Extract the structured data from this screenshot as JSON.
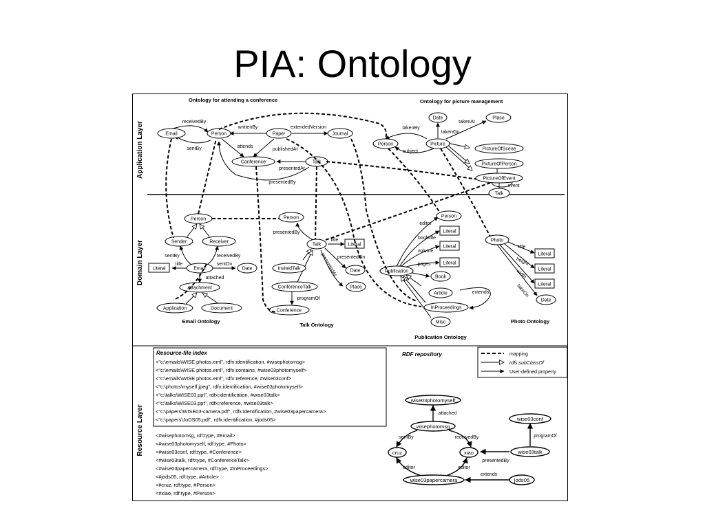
{
  "slide": {
    "title": "PIA: Ontology"
  },
  "layers": {
    "application": "Application Layer",
    "domain": "Domain Layer",
    "resource": "Resource Layer"
  },
  "section_titles": {
    "conference": "Ontology for attending a conference",
    "picture": "Ontology for picture management",
    "email": "Email Ontology",
    "talk": "Talk Ontology",
    "publication": "Publication Ontology",
    "photo": "Photo Ontology",
    "resource_index": "Resource-file index",
    "rdf_repository": "RDF repository"
  },
  "legend": {
    "mapping": "mapping",
    "subclass": "rdfs:subClassOf",
    "user_defined": "User-defined property"
  },
  "nodes": {
    "app_email": "Email",
    "app_person": "Person",
    "app_paper": "Paper",
    "app_journal": "Journal",
    "app_conference": "Conference",
    "app_talk": "Talk",
    "pic_date": "Date",
    "pic_place": "Place",
    "pic_person": "Person",
    "pic_picture": "Picture",
    "pic_scene": "PictureOfScene",
    "pic_ofperson": "PictureOfPerson",
    "pic_event": "PictureOfEvent",
    "pic_talk": "Talk",
    "em_person": "Person",
    "em_sender": "Sender",
    "em_receiver": "Receiver",
    "em_literal": "Literal",
    "em_email": "Email",
    "em_date": "Date",
    "em_attachment": "Attachment",
    "em_application": "Application",
    "em_document": "Document",
    "tk_person": "Person",
    "tk_talk": "Talk",
    "tk_literal": "Literal",
    "tk_invited": "InvitedTalk",
    "tk_date": "Date",
    "tk_place": "Place",
    "tk_conftalk": "ConferenceTalk",
    "tk_conference": "Conference",
    "pub_person": "Person",
    "pub_lit1": "Literal",
    "pub_lit2": "Literal",
    "pub_lit3": "Literal",
    "pub_publication": "Publication",
    "pub_book": "Book",
    "pub_article": "Article",
    "pub_inproc": "InProceedings",
    "pub_misc": "Misc",
    "ph_photo": "Photo",
    "ph_lit1": "Literal",
    "ph_lit2": "Literal",
    "ph_lit3": "Literal",
    "ph_date": "Date",
    "rdf_photomyself": "wise03photomyself",
    "rdf_photomsg": "wisephotomsg",
    "rdf_cruz": "cruz",
    "rdf_xiao": "xiao",
    "rdf_papercamera": "wise03papercamera",
    "rdf_conf": "wise03conf",
    "rdf_talk": "wise03talk",
    "rdf_jods": "jods05"
  },
  "edges": {
    "receivedBy": "receivedBy",
    "sentBy": "sentBy",
    "writtenBy": "writtenBy",
    "extendedVersion": "extendedVersion",
    "attends": "attends",
    "publishedAt": "publishedAt",
    "presentedAt": "presentedAt",
    "presentedBy": "presentedBy",
    "takenBy": "takenBy",
    "takenOn": "takenOn",
    "takenAt": "takenAt",
    "subject": "subject",
    "event": "event",
    "em_sentBy": "sentBy",
    "em_receivedBy": "receivedBy",
    "em_title": "title",
    "em_sentOn": "sentOn",
    "em_attached": "attached",
    "tk_presentedBy": "presentedBy",
    "tk_title": "title",
    "tk_presentedOn": "presentedOn",
    "tk_presentedAt": "presentedAt",
    "tk_programOf": "programOf",
    "pub_editor": "editor",
    "pub_booktitle": "booktitle",
    "pub_volume": "volume",
    "pub_pages": "pages",
    "pub_extends": "extends",
    "ph_title": "title",
    "ph_height": "height",
    "ph_width": "width",
    "ph_takeOn": "takeOn",
    "rdf_attached": "attached",
    "rdf_sentBy": "sentBy",
    "rdf_receivedBy": "receivedBy",
    "rdf_editor1": "editor",
    "rdf_editor2": "editor",
    "rdf_presentedBy": "presentedBy",
    "rdf_programOf": "programOf",
    "rdf_extends": "extends"
  },
  "resource_index_lines": [
    "<\"c:\\emails\\WISE photos.eml\", rdfx:identification, #wisephotomsg>",
    "<\"c:\\emails\\WISE photos.eml\", rdfx:contains, #wise03photomyself>",
    "<\"c:\\emails\\WISE photos.eml\", rdfx:reference, #wise03conf>",
    "<\"c:\\photos\\myself.jpeg\", rdfx:identification, #wise03photomyself>",
    "<\"c:\\talks\\WISE03.ppt\", rdfx:identification, #wise03talk>",
    "<\"c:\\talks\\WISE03.ppt\", rdfx:reference, #wise03talk>",
    "<\"c:\\papers\\WISE03-camera.pdf\", rdfx:identification, #wise03papercamera>",
    "<\"c:\\papers\\JoDS05.pdf\", rdfx:identification, #jods05>"
  ],
  "type_lines": [
    "<#wisephotomsg, rdf:type, #Email>",
    "<#wise03photomyself, rdf:type, #Photo>",
    "<#wise03conf, rdf:type, #Conference>",
    "<#wise03talk, rdf:type, #ConferenceTalk>",
    "<#wise03papercamera, rdf:type, #InProceedings>",
    "<#jods05, rdf:type, #Article>",
    "<#cruz, rdf:type, #Person>",
    "<#xiao, rdf:type, #Person>"
  ]
}
